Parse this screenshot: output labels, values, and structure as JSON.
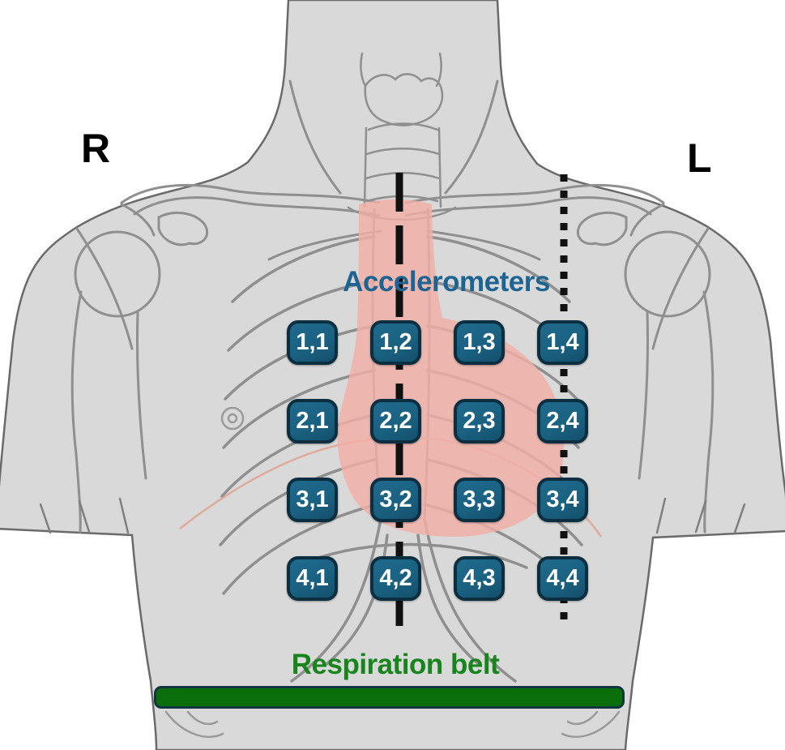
{
  "diagram": {
    "side_label_right": "R",
    "side_label_left": "L",
    "accelerometers_title": "Accelerometers",
    "respiration_belt_label": "Respiration belt"
  },
  "sensors": {
    "rows": 4,
    "cols": 4,
    "labels": [
      [
        "1,1",
        "1,2",
        "1,3",
        "1,4"
      ],
      [
        "2,1",
        "2,2",
        "2,3",
        "2,4"
      ],
      [
        "3,1",
        "3,2",
        "3,3",
        "3,4"
      ],
      [
        "4,1",
        "4,2",
        "4,3",
        "4,4"
      ]
    ]
  },
  "lines": {
    "sternal_line": "dashed",
    "left_midclavicular_line": "dotted",
    "color": "#111111"
  },
  "colors": {
    "body_fill": "#d9d9d9",
    "body_outline": "#6a6a6a",
    "sketch_line": "#8f8f8f",
    "heart_overlay": "#f1b0a7",
    "pericardium_line": "#dfa18f",
    "sensor_fill": "#1a6181",
    "sensor_border": "#0b2f40",
    "sensor_text": "#ffffff",
    "accelerometers_text": "#1e6492",
    "respiration_text": "#17851c",
    "respiration_bar": "#0a6e0a",
    "side_label_text": "#000000"
  }
}
